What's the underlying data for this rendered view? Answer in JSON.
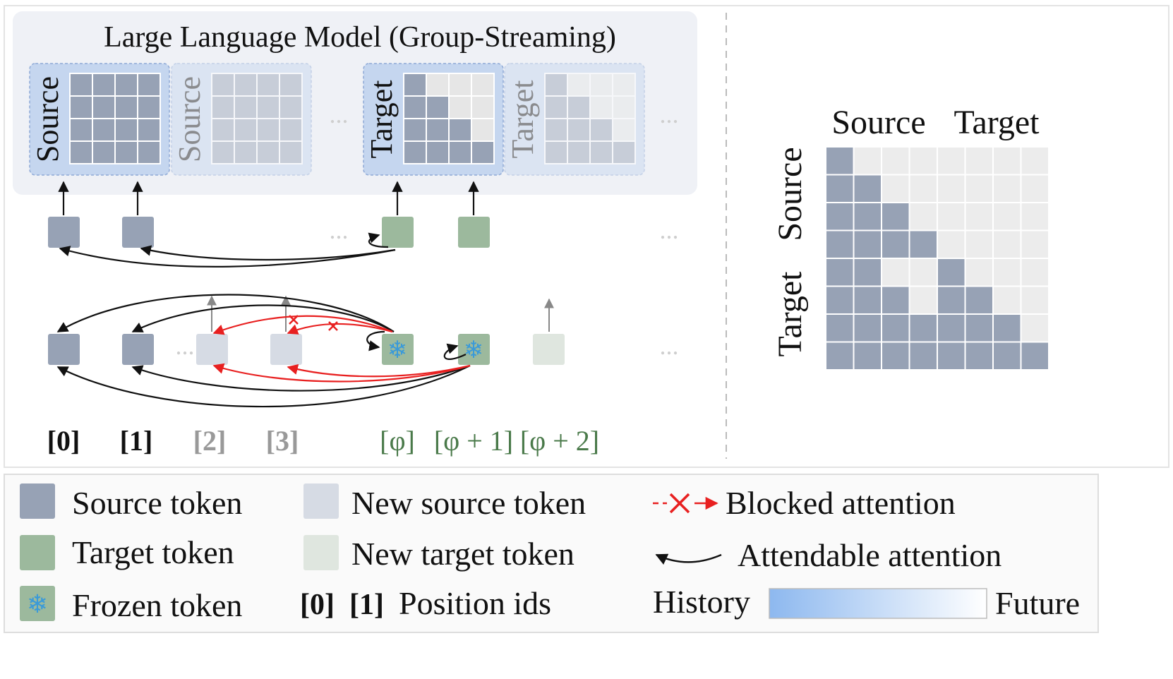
{
  "llm_title": "Large Language Model (Group-Streaming)",
  "llm_blocks": [
    {
      "label": "Source",
      "active": true
    },
    {
      "label": "Source",
      "active": false
    },
    {
      "label": "Target",
      "active": true
    },
    {
      "label": "Target",
      "active": false
    }
  ],
  "ellipsis": "...",
  "position_ids": [
    "[0]",
    "[1]",
    "[2]",
    "[3]",
    "[φ]",
    "[φ + 1]",
    "[φ + 2]"
  ],
  "matrix": {
    "col_labels": [
      "Source",
      "Target"
    ],
    "row_labels": [
      "Source",
      "Target"
    ],
    "mask_rows": [
      [
        1,
        0,
        0,
        0,
        0,
        0,
        0,
        0
      ],
      [
        1,
        1,
        0,
        0,
        0,
        0,
        0,
        0
      ],
      [
        1,
        1,
        1,
        0,
        0,
        0,
        0,
        0
      ],
      [
        1,
        1,
        1,
        1,
        0,
        0,
        0,
        0
      ],
      [
        1,
        1,
        0,
        0,
        1,
        0,
        0,
        0
      ],
      [
        1,
        1,
        1,
        0,
        1,
        1,
        0,
        0
      ],
      [
        1,
        1,
        1,
        1,
        1,
        1,
        1,
        0
      ],
      [
        1,
        1,
        1,
        1,
        1,
        1,
        1,
        1
      ]
    ]
  },
  "legend": {
    "source_token": "Source token",
    "target_token": "Target token",
    "frozen_token": "Frozen token",
    "new_source_token": "New source token",
    "new_target_token": "New target token",
    "position_example": [
      "[0]",
      "[1]"
    ],
    "position_label": "Position ids",
    "blocked_attention": "Blocked attention",
    "attendable_attention": "Attendable attention",
    "history": "History",
    "future": "Future"
  },
  "colors": {
    "source": "#97a2b5",
    "target": "#9cb99d",
    "new_source": "#d6dbe4",
    "new_target": "#dfe6df",
    "blocked": "#e82020",
    "snowflake": "#3a9ad9",
    "position_green": "#4a7a4a"
  }
}
